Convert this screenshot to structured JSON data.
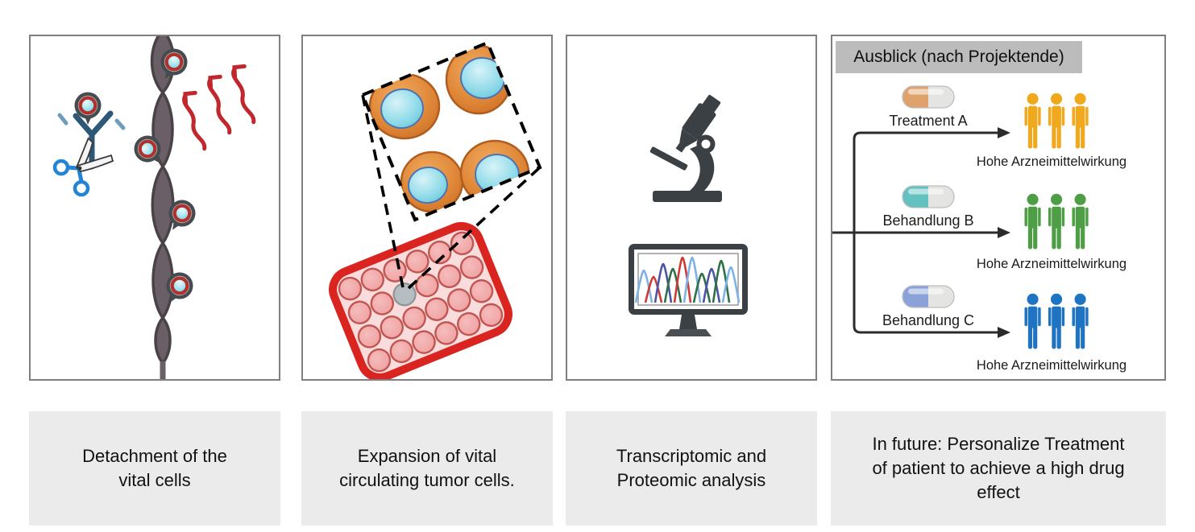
{
  "figure": {
    "background": "#ffffff",
    "panel_border": "#7f7f7f",
    "caption_bg": "#ebebeb"
  },
  "panels": {
    "detachment": {
      "caption": "Detachment of the\nvital cells",
      "icons": [
        "tissue-strand-icon",
        "tumor-cell-icon",
        "antibody-icon",
        "scissors-icon",
        "detachment-arrows-icon"
      ],
      "cells_on_strand": 4,
      "colors": {
        "strand": "#6a5f66",
        "cell_outer": "#454b4f",
        "cell_ring": "#b0302c",
        "cell_core": "#8fd9e8",
        "antibody": "#2d5877",
        "antibody_accent": "#6d9cbc",
        "scissors_handle": "#2383d6",
        "arrows": "#c1272d"
      }
    },
    "expansion": {
      "caption": "Expansion of vital\ncirculating tumor cells.",
      "icons": [
        "magnified-cells-icon",
        "well-plate-icon"
      ],
      "magnified_cell_count": 4,
      "plate": {
        "rows": 4,
        "cols": 6,
        "highlighted_well_row": 1,
        "highlighted_well_col": 2
      },
      "colors": {
        "plate_border": "#d9241f",
        "plate_fill": "#fbdcdc",
        "well": "#f2a9a9",
        "well_border": "#c05551",
        "highlight_well": "#b6bdc1",
        "cell_body": "#df8a3c",
        "cell_nucleus": "#8fd9e8",
        "callout_dash": "#000000"
      }
    },
    "analysis": {
      "caption": "Transcriptomic and\nProteomic analysis",
      "icons": [
        "microscope-icon",
        "monitor-chromatogram-icon"
      ],
      "chromatogram": {
        "peak_colors": [
          "#7fb2e5",
          "#cf3a34",
          "#4a55a5",
          "#2f7046",
          "#cf3a34",
          "#7fb2e5",
          "#2f7046",
          "#4a55a5",
          "#2f7046",
          "#7fb2e5"
        ],
        "peak_heights": [
          40,
          32,
          48,
          42,
          56,
          56,
          36,
          42,
          52,
          44
        ]
      },
      "colors": {
        "icon": "#3b4045"
      }
    },
    "outlook": {
      "header": "Ausblick (nach Projektende)",
      "caption": "In future: Personalize Treatment\nof patient to achieve a high drug\neffect",
      "rows": [
        {
          "label": "Treatment A",
          "effect": "Hohe Arzneimittelwirkung",
          "pill_left_color": "#dfa26c",
          "people_color": "#f0a81c",
          "people_count": 3
        },
        {
          "label": "Behandlung B",
          "effect": "Hohe Arzneimittelwirkung",
          "pill_left_color": "#63c2c0",
          "people_color": "#4d9e44",
          "people_count": 3
        },
        {
          "label": "Behandlung C",
          "effect": "Hohe Arzneimittelwirkung",
          "pill_left_color": "#8ba2d8",
          "people_color": "#1e73c2",
          "people_count": 3
        }
      ],
      "colors": {
        "header_bg": "#bcbcbc",
        "connector": "#2b2b2b",
        "pill_right": "#e4e4e2"
      }
    }
  }
}
